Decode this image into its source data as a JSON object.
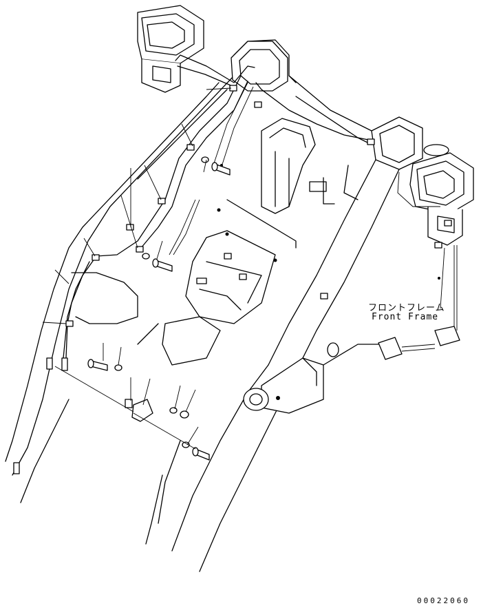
{
  "diagram": {
    "callout_label_jp": "フロントフレーム",
    "callout_label_en": "Front Frame",
    "figure_number": "00022060"
  }
}
